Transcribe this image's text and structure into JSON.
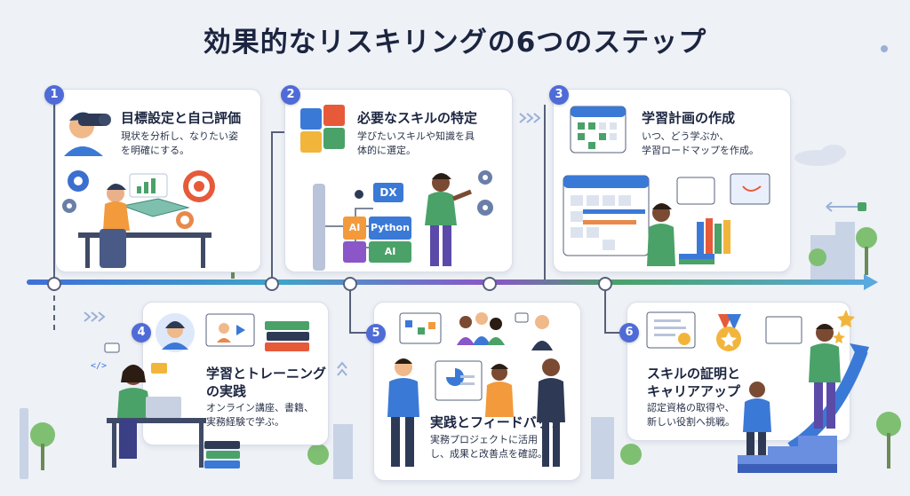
{
  "title": "効果的なリスキリングの6つのステップ",
  "steps": [
    {
      "number": "1",
      "title": "目標設定と自己評価",
      "desc_line1": "現状を分析し、なりたい姿",
      "desc_line2": "を明確にする。"
    },
    {
      "number": "2",
      "title": "必要なスキルの特定",
      "desc_line1": "学びたいスキルや知識を具",
      "desc_line2": "体的に選定。",
      "tags": [
        "DX",
        "AI",
        "Python",
        "AI"
      ]
    },
    {
      "number": "3",
      "title": "学習計画の作成",
      "desc_line1": "いつ、どう学ぶか、",
      "desc_line2": "学習ロードマップを作成。"
    },
    {
      "number": "4",
      "title_line1": "学習とトレーニング",
      "title_line2": "の実践",
      "desc_line1": "オンライン講座、書籍、",
      "desc_line2": "実務経験で学ぶ。"
    },
    {
      "number": "5",
      "title": "実践とフィードバック",
      "desc_line1": "実務プロジェクトに活用",
      "desc_line2": "し、成果と改善点を確認。"
    },
    {
      "number": "6",
      "title_line1": "スキルの証明と",
      "title_line2": "キャリアアップ",
      "desc_line1": "認定資格の取得や、",
      "desc_line2": "新しい役割へ挑戦。"
    }
  ],
  "colors": {
    "accent": "#4f6bd8",
    "timeline_start": "#3f6fd8",
    "timeline_end": "#5aa8e0",
    "green": "#4aa268",
    "purple": "#8a56c8"
  }
}
